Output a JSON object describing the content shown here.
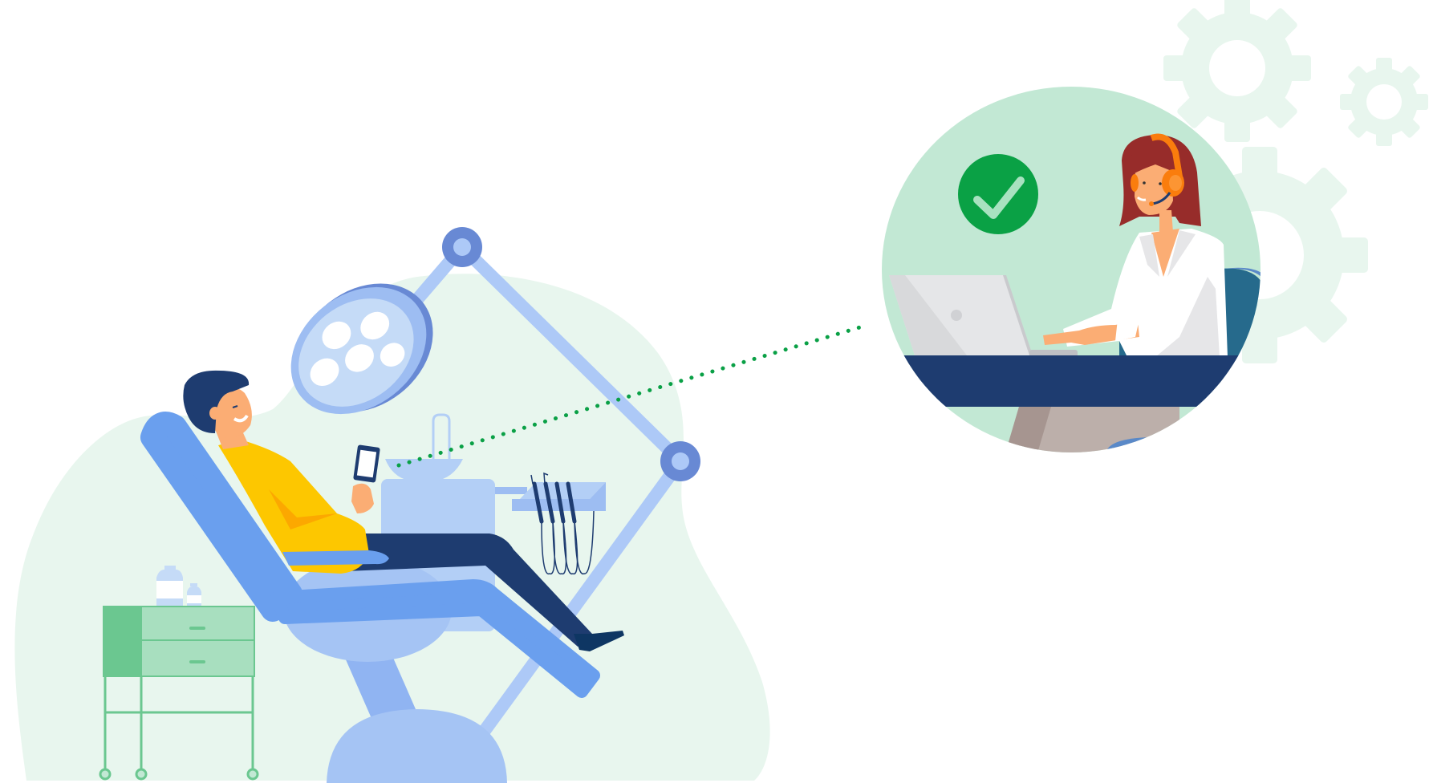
{
  "illustration": {
    "description": "Patient in dental chair using a phone connected via dotted line to a support agent with headset at a laptop, with success checkmark and gears",
    "colors": {
      "background": "#ffffff",
      "blob": "#e8f6ee",
      "gear": "#e8f6ee",
      "agent_circle": "#c2e8d4",
      "check_badge": "#0aa145",
      "check_mark": "#a8e2c0",
      "connector_dots": "#0aa046",
      "chair": "#6a9fee",
      "chair_light": "#a5c4f4",
      "lamp_arm": "#adc9f7",
      "lamp_joint": "#6889d4",
      "shirt_yellow": "#fdc700",
      "pants_navy": "#1e3c70",
      "hair_navy": "#1e3c70",
      "skin": "#fbad74",
      "cabinet_green": "#a8dfbf",
      "cabinet_dark": "#6bc790",
      "desk_navy": "#1e3c70",
      "agent_hair": "#972c2a",
      "headset_orange": "#fa7d0d",
      "agent_chair": "#266a8c",
      "laptop": "#e5e6e8"
    }
  },
  "agent_panel": {
    "status_icon": "checkmark",
    "role": "support agent with headset"
  },
  "patient": {
    "device": "smartphone",
    "setting": "dental chair"
  }
}
